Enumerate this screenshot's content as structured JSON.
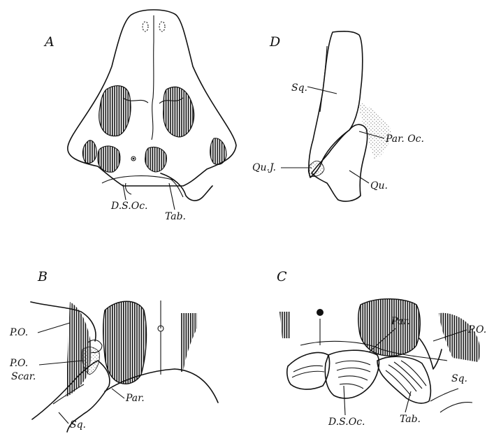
{
  "panels": {
    "a": {
      "letter": "A",
      "labels": {
        "dsoc": "D.S.Oc.",
        "tab": "Tab."
      }
    },
    "b": {
      "letter": "B",
      "labels": {
        "po": "P.O.",
        "po_scar_1": "P.O.",
        "po_scar_2": "Scar.",
        "par": "Par.",
        "sq": "Sq."
      }
    },
    "c": {
      "letter": "C",
      "labels": {
        "par": "Par.",
        "po": "P.O.",
        "sq": "Sq.",
        "dsoc": "D.S.Oc.",
        "tab": "Tab."
      }
    },
    "d": {
      "letter": "D",
      "labels": {
        "sq": "Sq.",
        "paroc": "Par. Oc.",
        "quj": "Qu.J.",
        "qu": "Qu."
      }
    }
  }
}
